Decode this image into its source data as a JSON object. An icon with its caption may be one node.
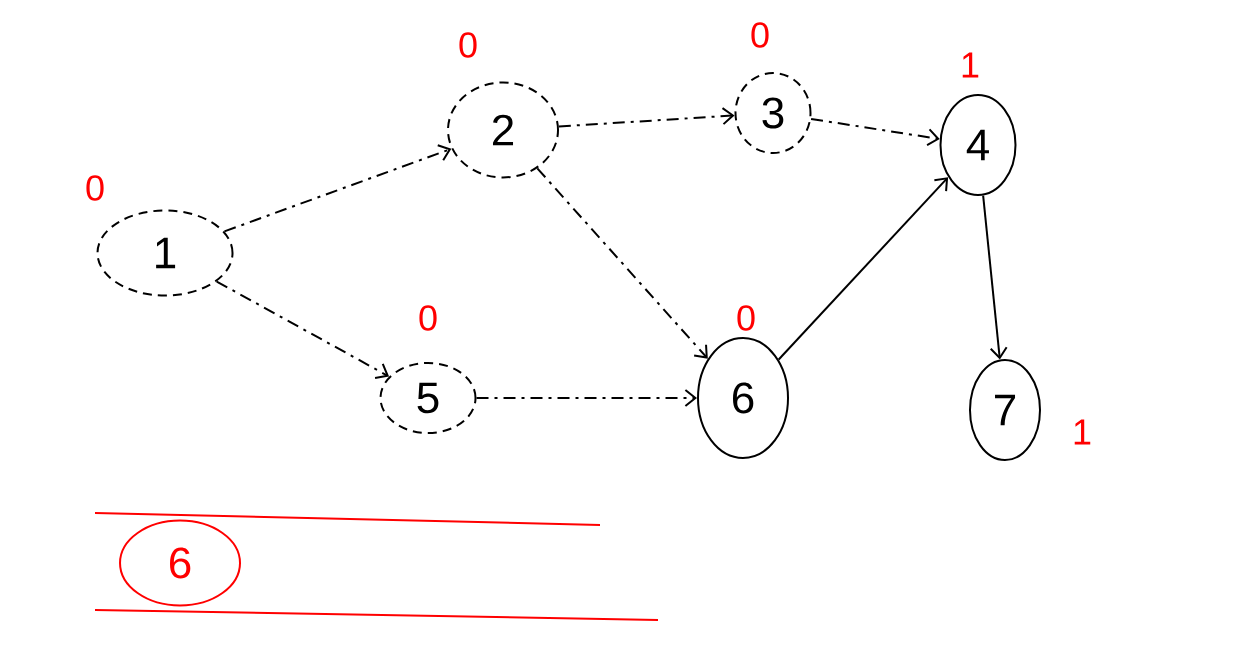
{
  "diagram": {
    "nodes": [
      {
        "text": [
          "1"
        ],
        "beside": [
          "0"
        ]
      },
      {
        "text": [
          "2"
        ],
        "beside": [
          "0"
        ]
      },
      {
        "text": [
          "3"
        ],
        "beside": [
          "0"
        ]
      },
      {
        "text": [
          "4"
        ],
        "beside": [
          "1"
        ]
      },
      {
        "text": [
          "5"
        ],
        "beside": [
          "0"
        ]
      },
      {
        "text": [
          "6"
        ],
        "beside": [
          "0"
        ]
      },
      {
        "text": [
          "7"
        ],
        "beside": [
          "1"
        ]
      },
      {
        "text": [
          "6"
        ]
      }
    ],
    "edges": [
      {
        "from": 0,
        "to": 1,
        "arrow": "to",
        "style": "dashed"
      },
      {
        "from": 0,
        "to": 4,
        "arrow": "to",
        "style": "dashed"
      },
      {
        "from": 1,
        "to": 2,
        "arrow": "to",
        "style": "dashed"
      },
      {
        "from": 1,
        "to": 5,
        "arrow": "to",
        "style": "dashed"
      },
      {
        "from": 2,
        "to": 3,
        "arrow": "to",
        "style": "dashed"
      },
      {
        "from": 4,
        "to": 5,
        "arrow": "to",
        "style": "dashed"
      },
      {
        "from": 5,
        "to": 3,
        "arrow": "to"
      },
      {
        "from": 3,
        "to": 6,
        "arrow": "to"
      }
    ]
  }
}
